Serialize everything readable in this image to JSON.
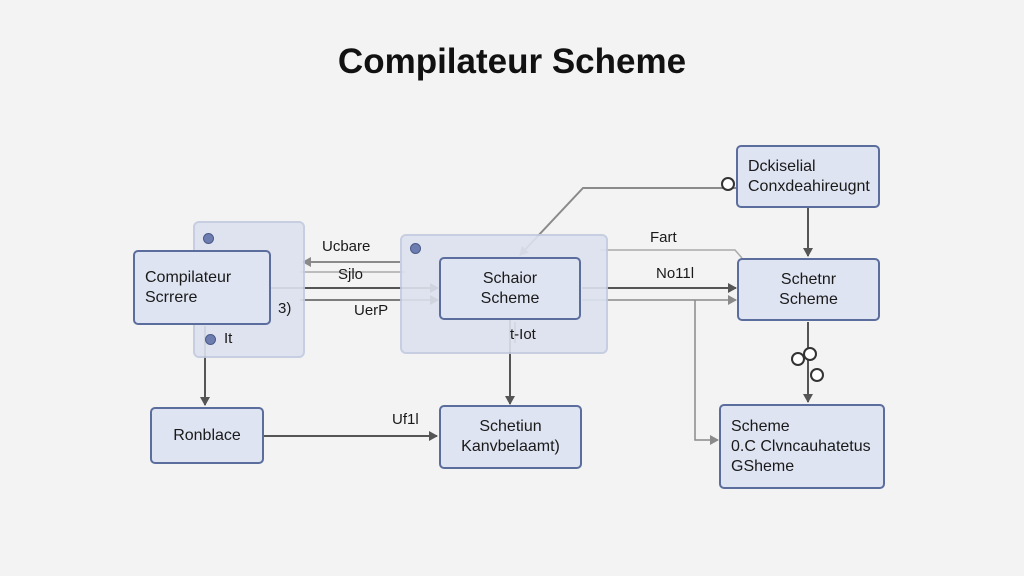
{
  "diagram": {
    "title": "Compilateur Scheme",
    "nodes": {
      "compiler": [
        "Compilateur",
        "Scrrere"
      ],
      "parser": [
        "Schaior",
        "Scheme"
      ],
      "backend": [
        "Schetnr",
        "Scheme"
      ],
      "config": [
        "Dckiselial",
        "Conxdeahireugnt"
      ],
      "backlace": [
        "Ronblace"
      ],
      "schetun": [
        "Schetiun",
        "Kanvbelaamt)"
      ],
      "scheme_box": [
        "Scheme",
        "0.C Clvncauhatetus",
        "GSheme"
      ]
    },
    "edge_labels": {
      "udare": "Ucbare",
      "sjlo": "Sjlo",
      "uerp": "UerP",
      "brace": "3)",
      "left_it": "It",
      "fart": "Fart",
      "nofil": "No11l",
      "hot": "t-Iot",
      "ufil": "Uf1l"
    }
  }
}
